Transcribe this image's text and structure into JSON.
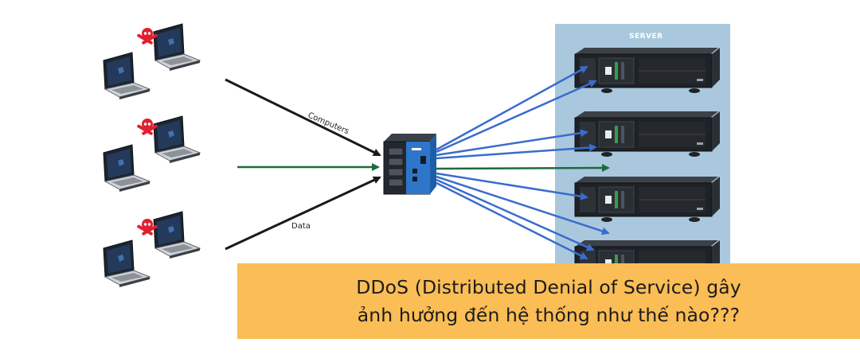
{
  "diagram": {
    "server_panel_label": "SERVER",
    "arrow_label_top": "Computers",
    "arrow_label_bottom": "Data",
    "colors": {
      "server_panel": "#a9c8dd",
      "attack_arrow": "#3a6ccc",
      "normal_arrow": "#1f6a3c",
      "incoming_arrow": "#1a1a1a",
      "router_blue": "#2d76c9",
      "skull": "#e02030"
    },
    "attacker_groups": [
      {
        "skull_icon": "skull-crossbones-icon"
      },
      {
        "skull_icon": "skull-crossbones-icon"
      },
      {
        "skull_icon": "skull-crossbones-icon"
      }
    ]
  },
  "banner": {
    "line1": "DDoS (Distributed Denial of Service) gây",
    "line2": "ảnh hưởng đến hệ thống như thế nào???"
  }
}
